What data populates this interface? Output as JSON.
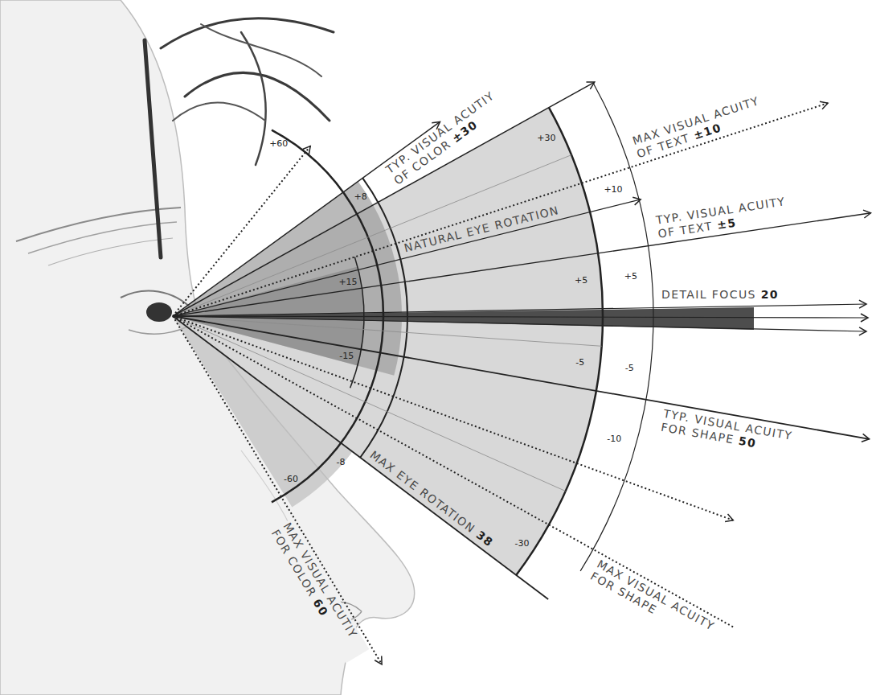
{
  "diagram": {
    "labels": [
      "+60",
      "+8",
      "+15",
      "-15",
      "-8",
      "-60",
      "+30",
      "+10",
      "+5",
      "+5",
      "-5",
      "-5",
      "-10",
      "-30",
      "TYP. VISUAL ACUTIY OF COLOR ±30",
      "NATURAL EYE ROTATION",
      "MAX VISUAL ACUITY OF TEXT ±10",
      "TYP. VISUAL ACUITY OF TEXT ±5",
      "DETAIL FOCUS 20",
      "TYP. VISUAL ACUITY FOR SHAPE 50",
      "MAX EYE ROTATION 38",
      "MAX VISUAL ACUITY FOR SHAPE",
      "MAX VISUAL ACUTIY FOR COLOR 60"
    ]
  }
}
